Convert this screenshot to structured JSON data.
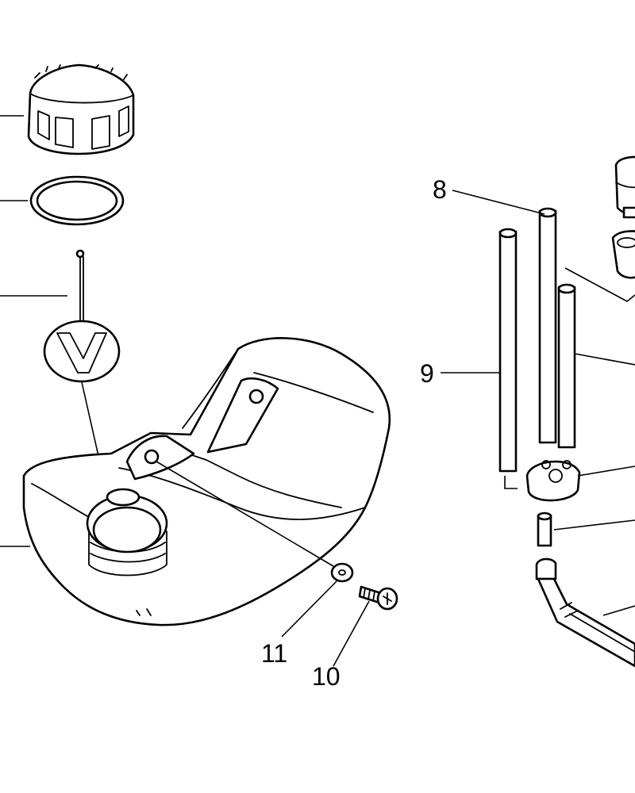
{
  "labels": {
    "l8": "8",
    "l9": "9",
    "l10": "10",
    "l11": "11"
  }
}
